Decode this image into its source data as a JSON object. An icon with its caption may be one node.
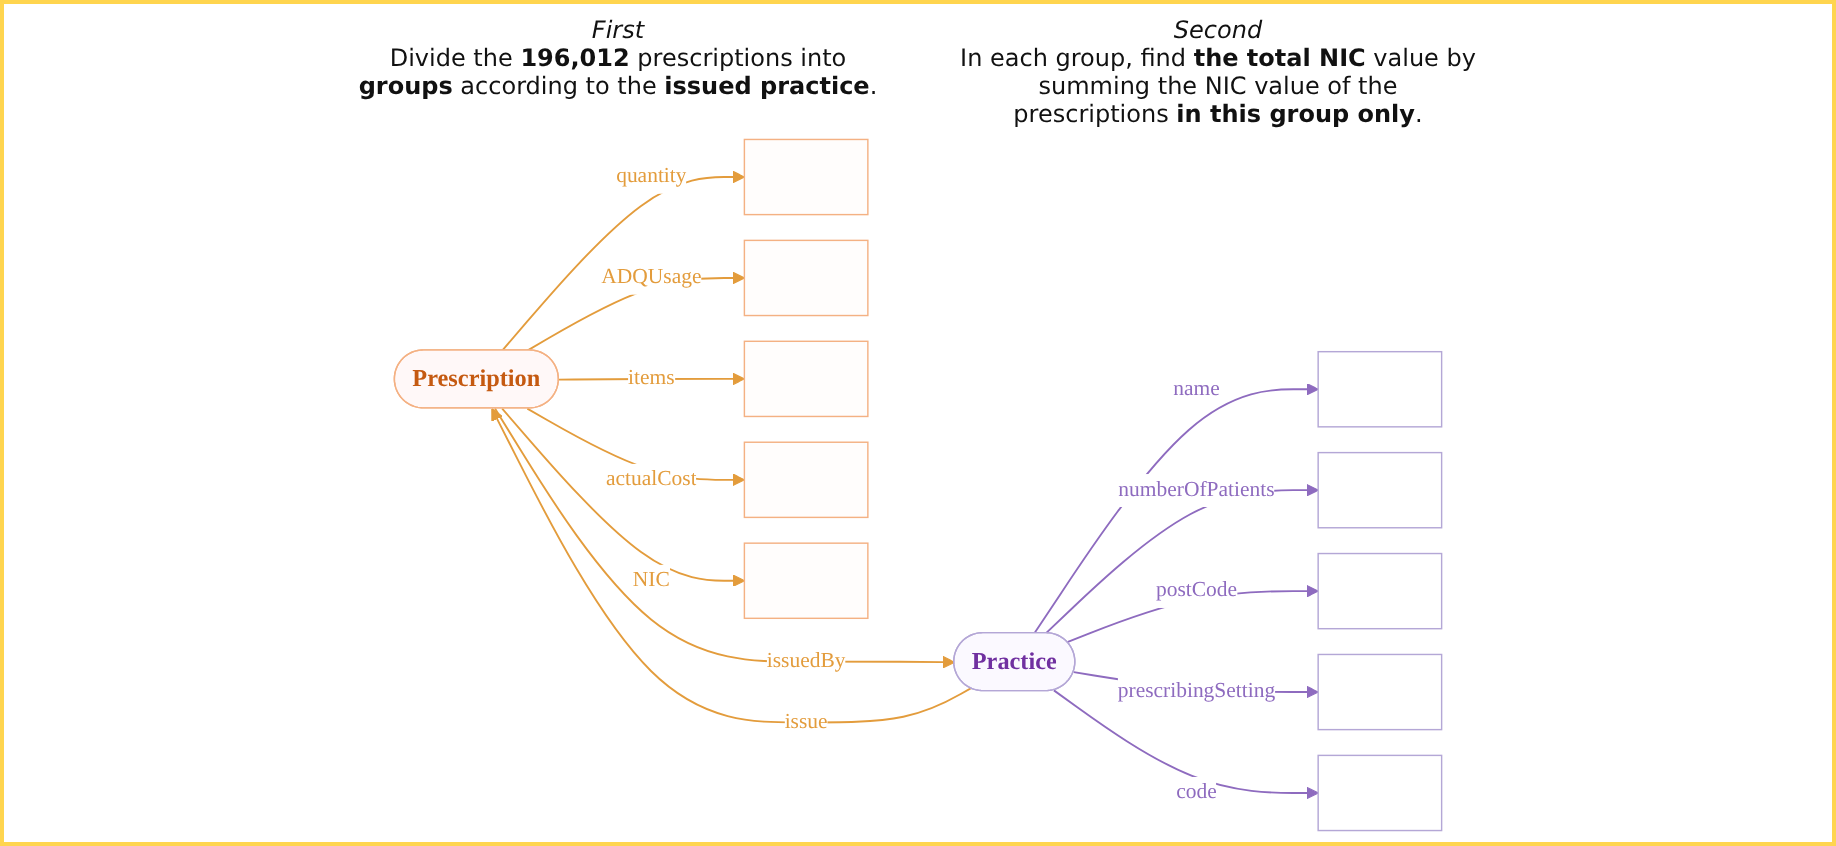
{
  "diagram": {
    "nodes": [
      {
        "text": [
          "Prescription"
        ]
      },
      {
        "text": [
          "Practice"
        ]
      },
      {
        "text": [],
        "shape": "box"
      },
      {
        "text": [],
        "shape": "box"
      },
      {
        "text": [],
        "shape": "box"
      },
      {
        "text": [],
        "shape": "box"
      },
      {
        "text": [],
        "shape": "box"
      },
      {
        "text": [],
        "shape": "box"
      },
      {
        "text": [],
        "shape": "box"
      },
      {
        "text": [],
        "shape": "box"
      },
      {
        "text": [],
        "shape": "box"
      },
      {
        "text": [],
        "shape": "box"
      }
    ],
    "edges": [
      {
        "from": 0,
        "to": 1,
        "arrow": "to",
        "label": "issuedBy"
      },
      {
        "from": 1,
        "to": 0,
        "arrow": "to",
        "label": "issue"
      },
      {
        "from": 0,
        "to": 2,
        "arrow": "to",
        "label": "quantity"
      },
      {
        "from": 0,
        "to": 3,
        "arrow": "to",
        "label": "ADQUsage"
      },
      {
        "from": 0,
        "to": 4,
        "arrow": "to",
        "label": "items"
      },
      {
        "from": 0,
        "to": 5,
        "arrow": "to",
        "label": "actualCost"
      },
      {
        "from": 0,
        "to": 6,
        "arrow": "to",
        "label": "NIC"
      },
      {
        "from": 1,
        "to": 7,
        "arrow": "to",
        "label": "name",
        "color": "#8e6bbf"
      },
      {
        "from": 1,
        "to": 8,
        "arrow": "to",
        "label": "numberOfPatients",
        "color": "#8e6bbf"
      },
      {
        "from": 1,
        "to": 9,
        "arrow": "to",
        "label": "postCode",
        "color": "#8e6bbf"
      },
      {
        "from": 1,
        "to": 10,
        "arrow": "to",
        "label": "prescribingSetting",
        "color": "#8e6bbf"
      },
      {
        "from": 1,
        "to": 11,
        "arrow": "to",
        "label": "code",
        "color": "#8e6bbf"
      }
    ],
    "labels": [
      "First",
      "Divide the **196,012** prescriptions into **groups** according to the **issued practice**.",
      "Second",
      "In each group, find **the total NIC** value by summing the NIC value of the prescriptions **in this group only**."
    ]
  }
}
